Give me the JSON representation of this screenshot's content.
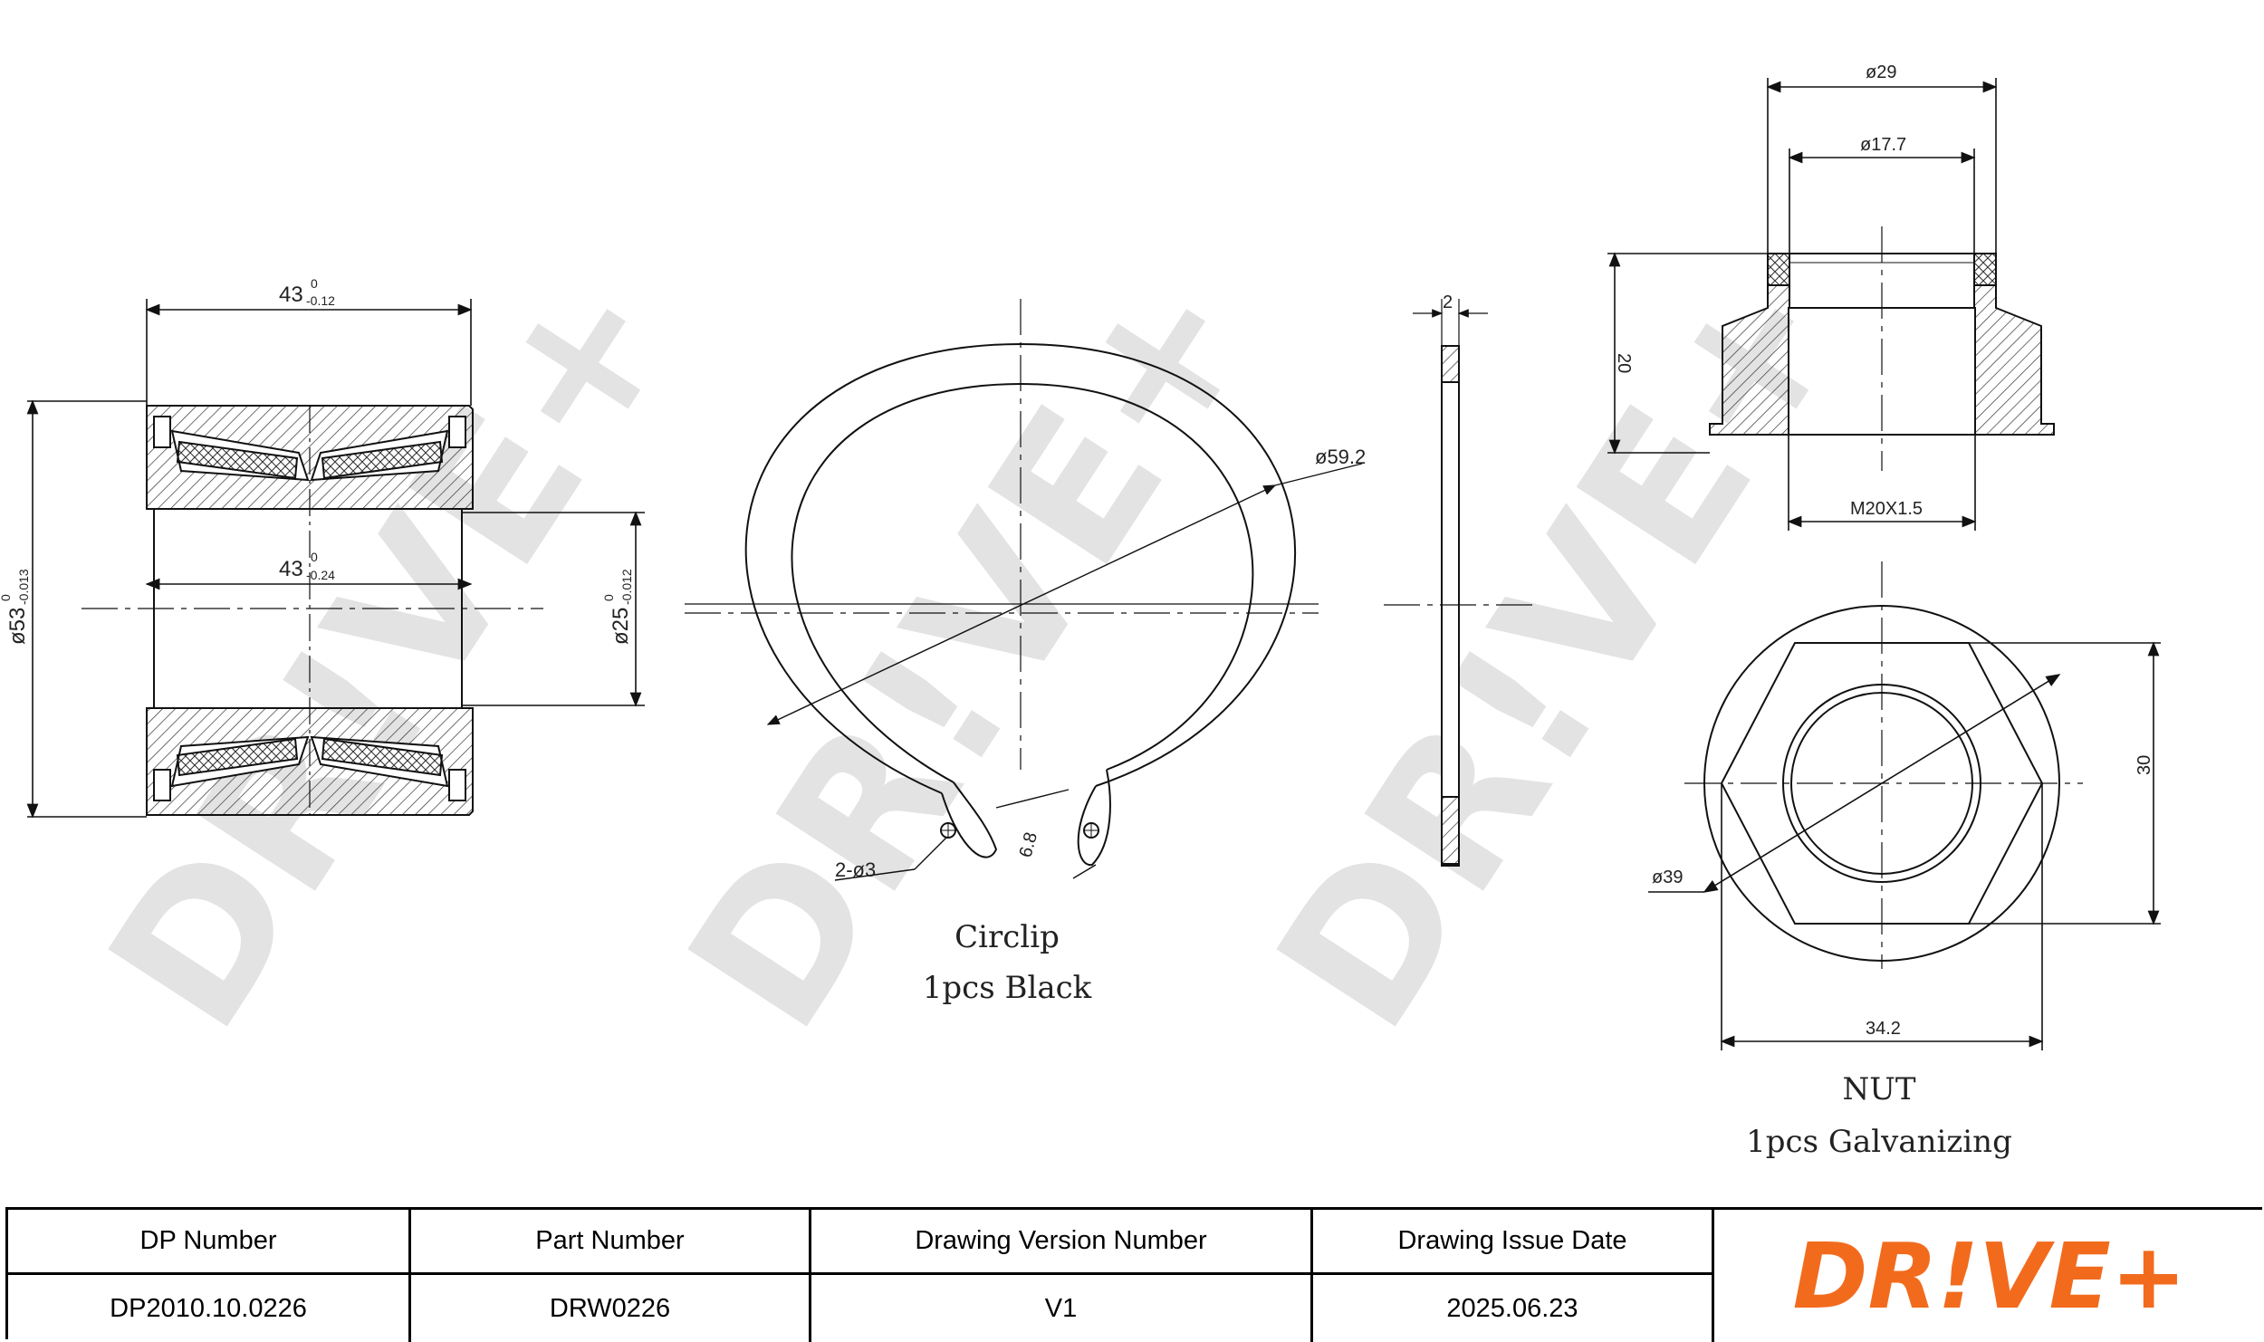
{
  "watermark": {
    "text": "DR!VE+",
    "color": "#e3e3e3"
  },
  "bearing": {
    "width_outer_label": "43",
    "width_outer_tol_upper": "0",
    "width_outer_tol_lower": "-0.12",
    "width_inner_label": "43",
    "width_inner_tol_upper": "0",
    "width_inner_tol_lower": "-0.24",
    "outer_dia_label": "ø53",
    "outer_dia_tol_upper": "0",
    "outer_dia_tol_lower": "-0.013",
    "inner_dia_label": "ø25",
    "inner_dia_tol_upper": "0",
    "inner_dia_tol_lower": "-0.012"
  },
  "circlip": {
    "dia_label": "ø59.2",
    "holes_label": "2-ø3",
    "gap_label": "6.8",
    "thickness_label": "2",
    "name": "Circlip",
    "qty": "1pcs Black"
  },
  "nut": {
    "outer_top_dia": "ø29",
    "inner_top_dia": "ø17.7",
    "height": "20",
    "thread": "M20X1.5",
    "across_flats": "30",
    "flange_dia": "ø39",
    "across_corners": "34.2",
    "name": "NUT",
    "qty": "1pcs  Galvanizing"
  },
  "title_block": {
    "headers": [
      "DP Number",
      "Part Number",
      "Drawing Version Number",
      "Drawing Issue Date"
    ],
    "values": [
      "DP2010.10.0226",
      "DRW0226",
      "V1",
      "2025.06.23"
    ],
    "logo_text": "DR!VE+",
    "logo_color": "#f26b1d"
  }
}
